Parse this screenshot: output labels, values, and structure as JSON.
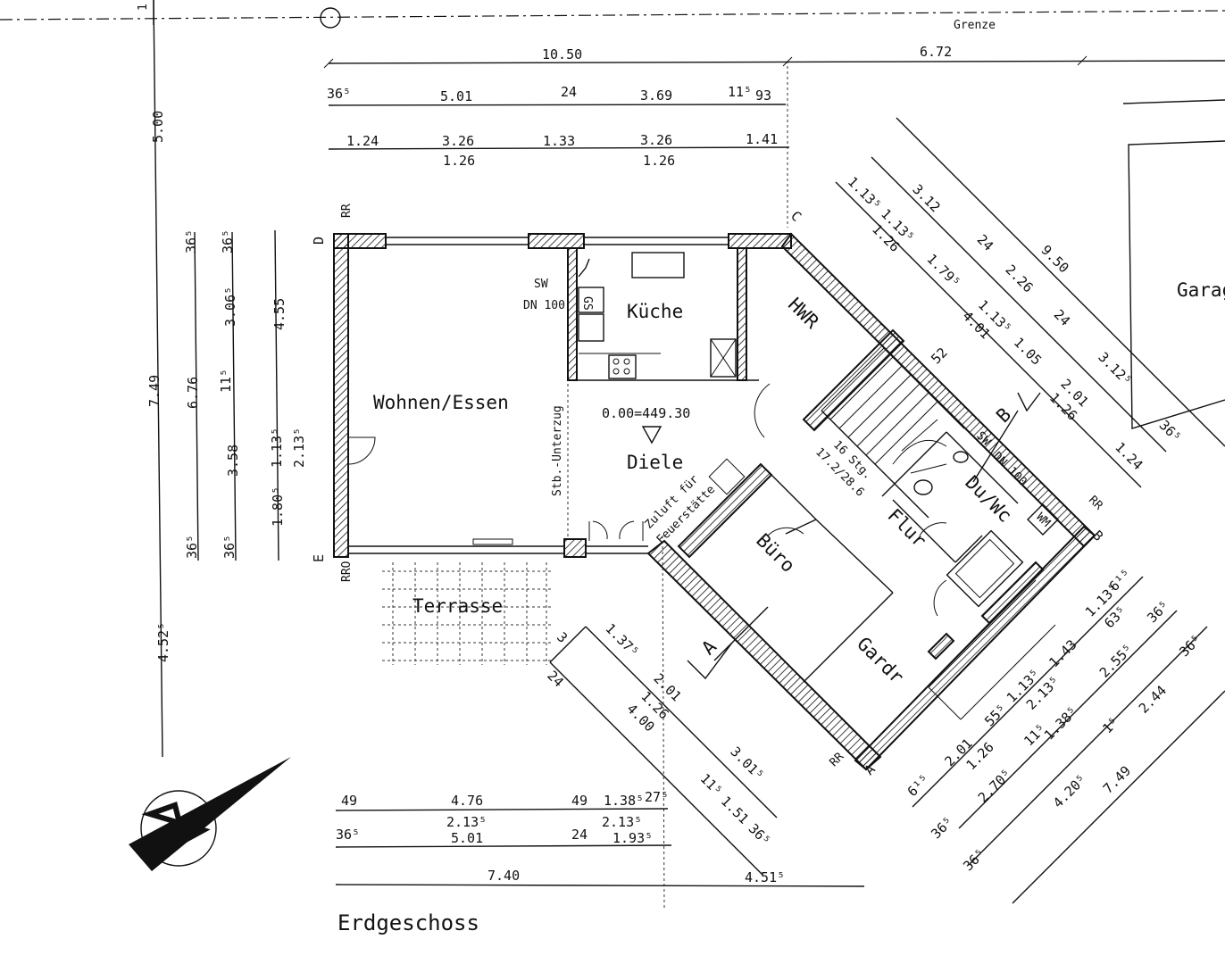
{
  "header": {
    "boundary_label": "Grenze",
    "top_marker": "1"
  },
  "title": "Erdgeschoss",
  "garage_label": "Garag",
  "rooms": {
    "wohnen": "Wohnen/Essen",
    "kueche": "Küche",
    "hwr": "HWR",
    "diele": "Diele",
    "buero": "Büro",
    "flur": "Flur",
    "duwc": "Du/Wc",
    "gardr": "Gardr",
    "terrasse": "Terrasse"
  },
  "annotations": {
    "level": "0.00=449.30",
    "sw": "SW",
    "dn": "DN 100",
    "gs": "GS",
    "stb": "Stb.-Unterzug",
    "zuluft1": "Zuluft für",
    "zuluft2": "Feuerstätte",
    "stairs1": "16 Stg.",
    "stairs2": "17.2/28.6",
    "sw2": "SW",
    "dn2": "DN 100",
    "wm": "WM",
    "rr": "RR",
    "rro": "RRO",
    "rr2": "RR",
    "rr3": "RR",
    "axis_d": "D",
    "axis_e": "E",
    "axis_c": "C",
    "axis_b": "B",
    "axis_a": "A",
    "cut_a": "A",
    "cut_b": "B"
  },
  "dims_top": {
    "row1": [
      "10.50",
      "6.72"
    ],
    "row2": [
      "36⁵",
      "5.01",
      "24",
      "3.69",
      "11⁵",
      "93"
    ],
    "row3": [
      "1.24",
      "3.26",
      "1.33",
      "3.26",
      "1.41"
    ],
    "row3b": [
      "1.26",
      "1.26"
    ]
  },
  "dims_left": {
    "col1": [
      "5.00",
      "7.49",
      "4.52⁵"
    ],
    "col2": [
      "36⁵",
      "6.76",
      "36⁵"
    ],
    "col3": [
      "36⁵",
      "3.06⁵",
      "11⁵",
      "3.58",
      "36⁵"
    ],
    "col4": [
      "4.55",
      "1.13⁵",
      "2.13⁵",
      "1.80⁵"
    ]
  },
  "dims_bottom": {
    "row1": [
      "49",
      "4.76",
      "49",
      "1.38⁵",
      "27⁵"
    ],
    "row1b": [
      "2.13⁵",
      "2.13⁵"
    ],
    "row2": [
      "36⁵",
      "5.01",
      "24",
      "1.93⁵"
    ],
    "row3": [
      "7.40",
      "4.51⁵"
    ]
  },
  "dims_ne": {
    "r1": [
      "1.13⁵",
      "1.13⁵",
      "1.26",
      "1.79⁵",
      "1.13⁵",
      "4.01",
      "1.05",
      "1.26",
      "1.24"
    ],
    "r2": [
      "3.12",
      "24",
      "2.26",
      "24",
      "2.01"
    ],
    "r3": [
      "9.50",
      "3.12⁵",
      "36⁵"
    ],
    "r4": [
      "52"
    ]
  },
  "dims_sw": {
    "r1": [
      "24",
      "3",
      "1.37⁵",
      "2.01",
      "1.26",
      "4.00"
    ],
    "r2": [
      "3.01⁵",
      "11⁵",
      "1.51",
      "36⁵"
    ]
  },
  "dims_se": {
    "r1": [
      "6¹⁵",
      "2.01",
      "1.26",
      "55⁵",
      "1.13⁵",
      "2.13⁵",
      "1.43",
      "1.13⁵",
      "6¹⁵",
      "63⁵"
    ],
    "r2": [
      "36⁵",
      "2.70⁵",
      "11⁵",
      "1.38⁵",
      "2.55⁵",
      "36⁵"
    ],
    "r3": [
      "36⁵",
      "4.20⁵",
      "1⁵",
      "2.44",
      "36⁵"
    ],
    "r4": [
      "7.49"
    ]
  }
}
